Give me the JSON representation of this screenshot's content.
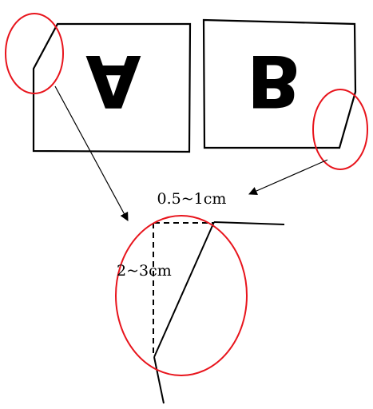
{
  "cards": {
    "a": {
      "letter": "A",
      "mirrored": true,
      "corner_cut": "top-left"
    },
    "b": {
      "letter": "B",
      "mirrored": true,
      "corner_cut": "bottom-right"
    }
  },
  "labels": {
    "width_range": "0.5~1cm",
    "height_range": "2~3cm"
  },
  "colors": {
    "stroke": "#000000",
    "highlight": "#e8141c"
  }
}
